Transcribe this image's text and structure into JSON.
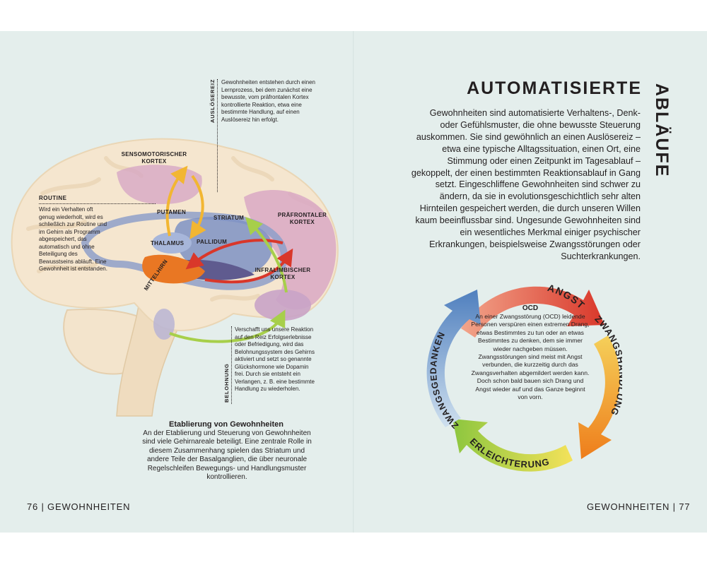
{
  "left_page": {
    "brain_labels": {
      "sensomotorisch": "SENSOMOTORISCHER KORTEX",
      "putamen": "PUTAMEN",
      "striatum": "STRIATUM",
      "praefrontal": "PRÄFRONTALER KORTEX",
      "thalamus": "THALAMUS",
      "pallidum": "PALLIDUM",
      "infralimbisch": "INFRALIMBISCHER KORTEX",
      "mittelhirn": "MITTELHIRN"
    },
    "ausloesereiz": {
      "heading": "AUSLÖSEREIZ",
      "text": "Gewohnheiten entstehen durch einen Lernprozess, bei dem zunächst eine bewusste, vom präfrontalen Kortex kontrollierte Reaktion, etwa eine bestimmte Handlung, auf einen Auslösereiz hin erfolgt."
    },
    "routine": {
      "heading": "ROUTINE",
      "text": "Wird ein Verhalten oft genug wiederholt, wird es schließlich zur Routine und im Gehirn als Programm abgespeichert, das automatisch und ohne Beteiligung des Bewusstseins abläuft. Eine Gewohnheit ist entstanden."
    },
    "belohnung": {
      "heading": "BELOHNUNG",
      "text": "Verschafft uns unsere Reaktion auf den Reiz Erfolgserlebnisse oder Befriedigung, wird das Belohnungssystem des Gehirns aktiviert und setzt so genannte Glückshormone wie Dopamin frei. Durch sie entsteht ein Verlangen, z. B. eine bestimmte Handlung zu wiederholen."
    },
    "caption": {
      "title": "Etablierung von Gewohnheiten",
      "text": "An der Etablierung und Steuerung von Gewohnheiten sind viele Gehirnareale beteiligt. Eine zentrale Rolle in diesem Zusammenhang spielen das Striatum und andere Teile der Basalganglien, die über neuronale Regelschleifen Bewegungs- und Handlungsmuster kontrollieren."
    },
    "folio": "76 | GEWOHNHEITEN"
  },
  "right_page": {
    "title_horizontal": "AUTOMATISIERTE",
    "title_vertical": "ABLÄUFE",
    "intro": "Gewohnheiten sind automatisierte Verhaltens-, Denk- oder Gefühlsmuster, die ohne bewusste Steuerung auskommen. Sie sind gewöhnlich an einen Auslösereiz – etwa eine typische Alltagssituation, einen Ort, eine Stimmung oder einen Zeitpunkt im Tagesablauf – gekoppelt, der einen bestimmten Reaktionsablauf in Gang setzt. Eingeschliffene Gewohnheiten sind schwer zu ändern, da sie in evolutionsgeschichtlich sehr alten Hirnteilen gespeichert werden, die durch unseren Willen kaum beeinflussbar sind. Ungesunde Gewohnheiten sind ein wesentliches Merkmal einiger psychischer Erkrankungen, beispielsweise Zwangsstörungen oder Suchterkrankungen.",
    "cycle": {
      "steps": [
        "ANGST",
        "ZWANGSHANDLUNG",
        "ERLEICHTERUNG",
        "ZWANGSGEDANKEN"
      ],
      "colors": [
        "#d9372a",
        "#ee7d1b",
        "#8cc63f",
        "#4f7fbe"
      ],
      "ocd_title": "OCD",
      "ocd_text": "An einer Zwangsstörung (OCD) leidende Personen verspüren einen extremen Drang, etwas Bestimmtes zu tun oder an etwas Bestimmtes zu denken, dem sie immer wieder nachgeben müssen. Zwangsstörungen sind meist mit Angst verbunden, die kurzzeitig durch das Zwangsverhalten abgemildert werden kann. Doch schon bald bauen sich Drang und Angst wieder auf und das Ganze beginnt von vorn."
    },
    "folio": "GEWOHNHEITEN | 77"
  }
}
